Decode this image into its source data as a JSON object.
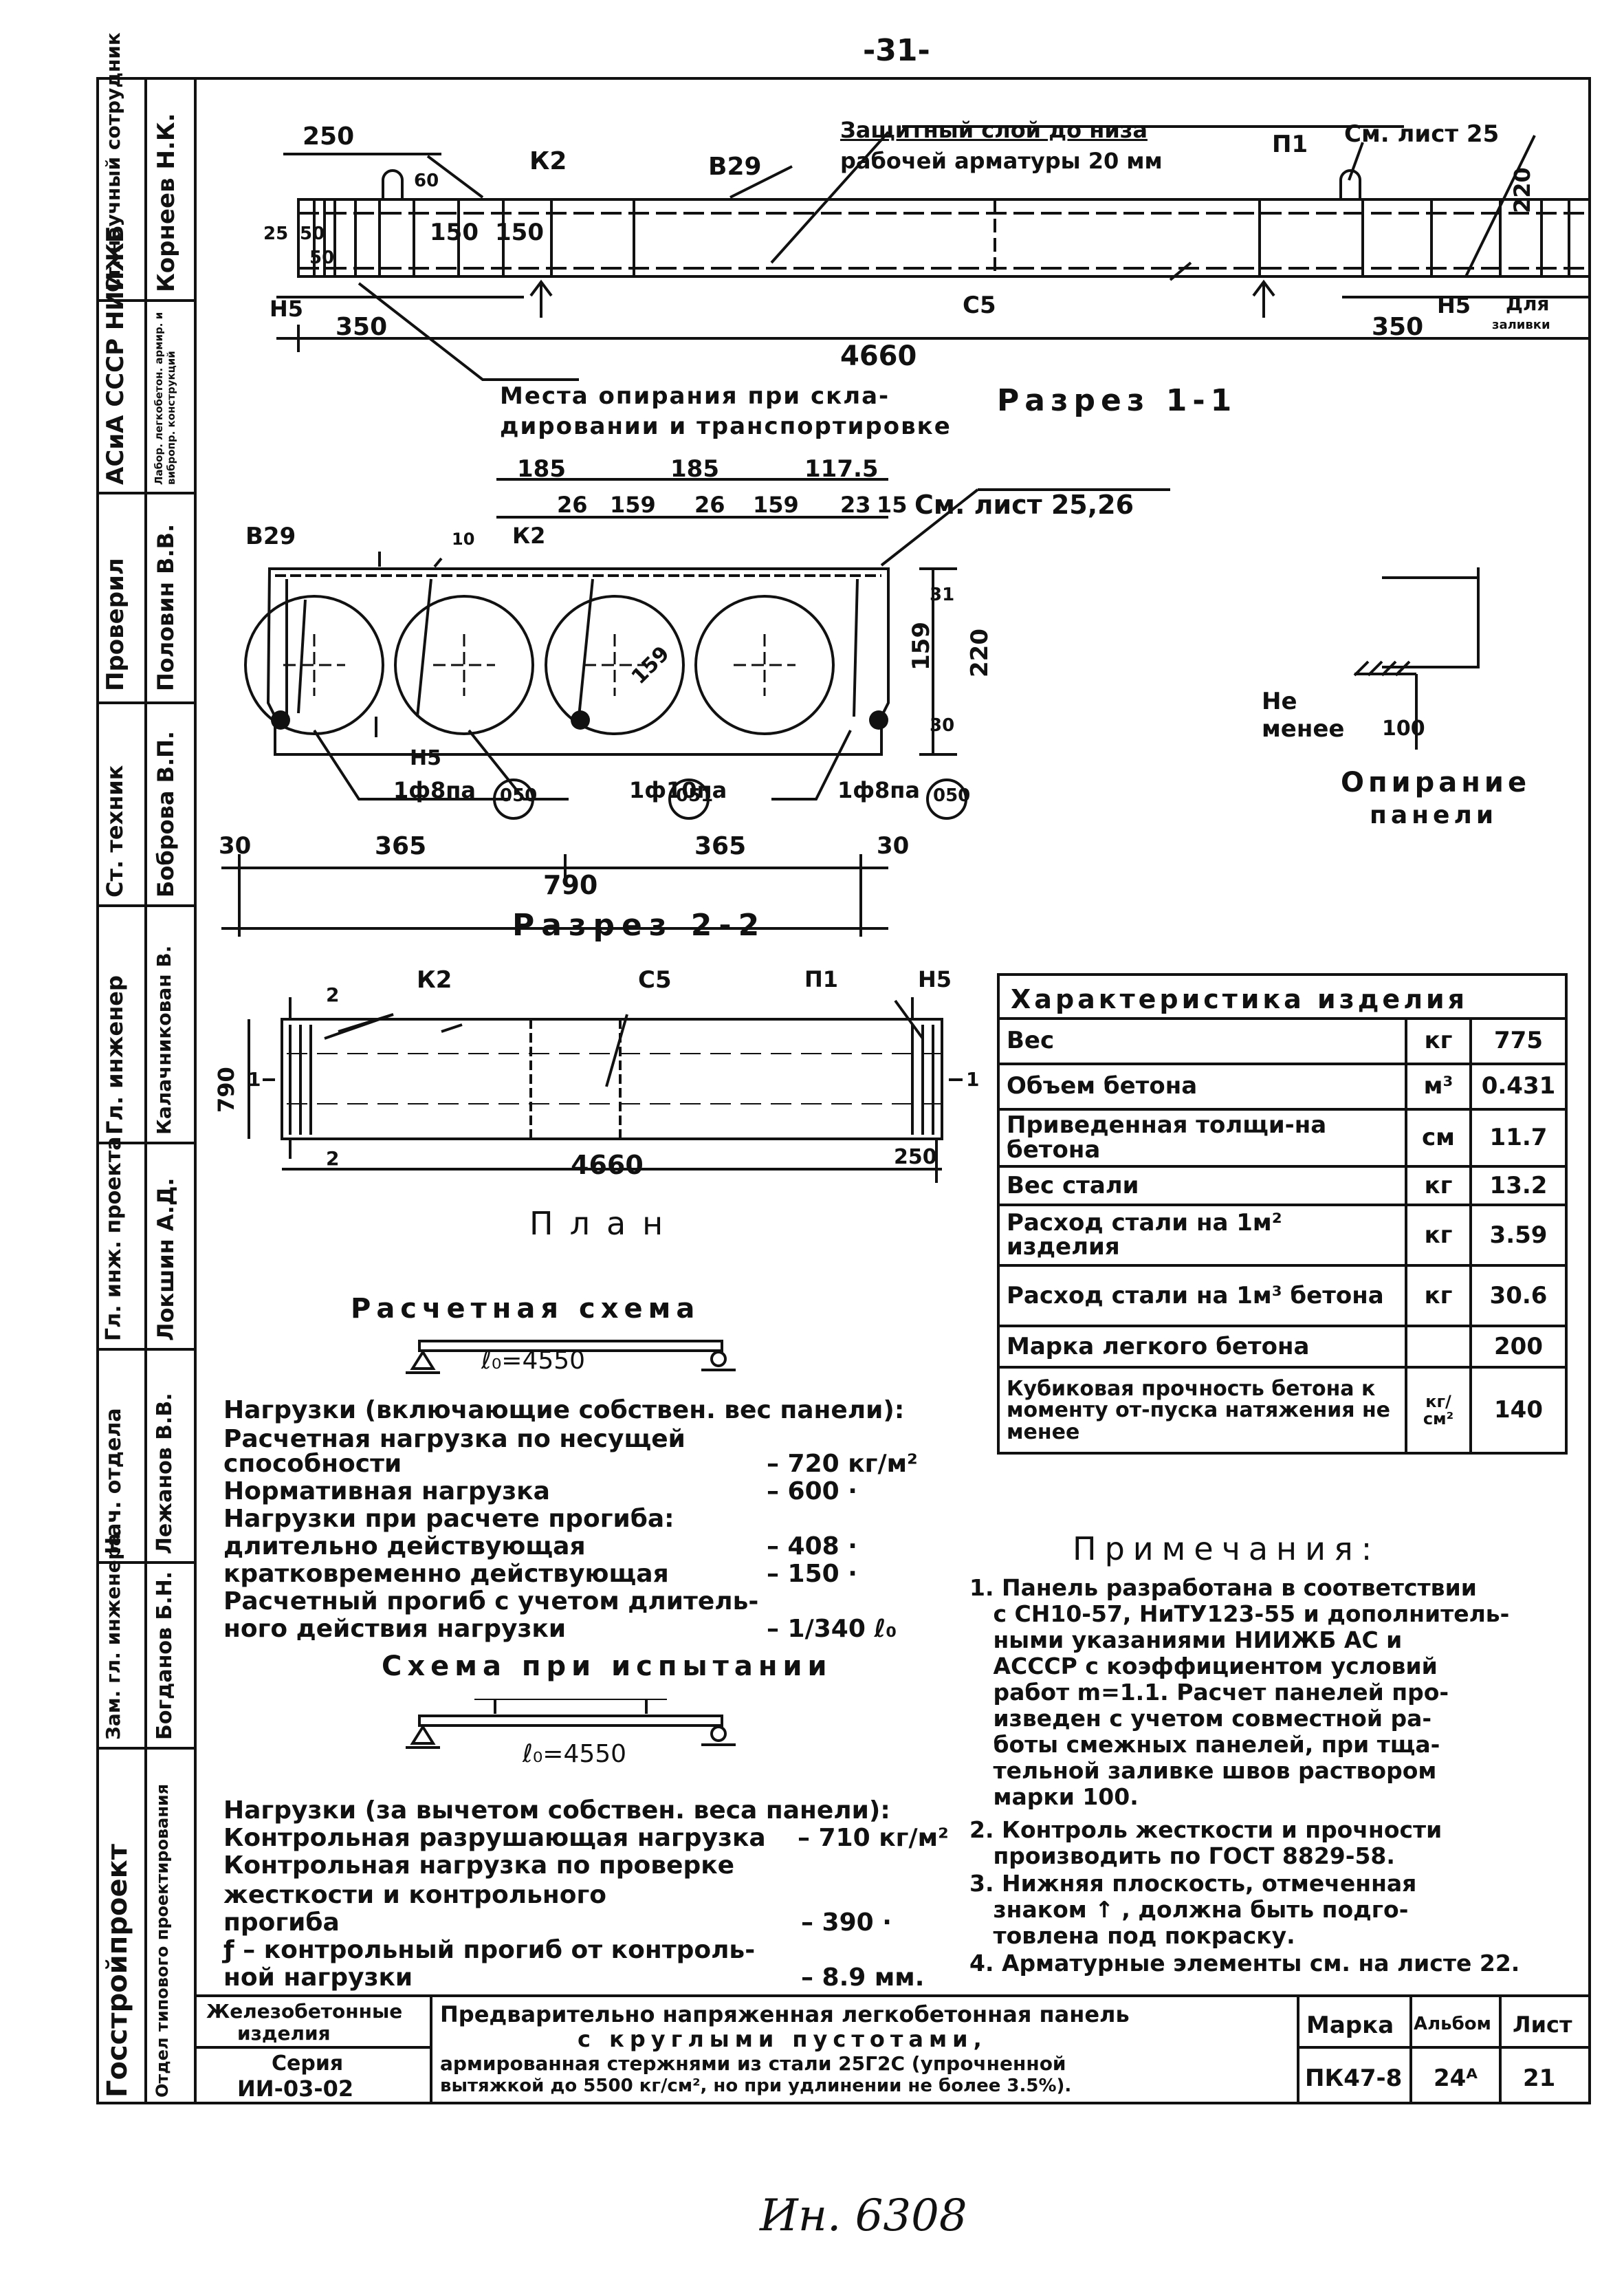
{
  "page_number": "-31-",
  "footer_handwritten": "Ин. 6308",
  "stamp_column": [
    {
      "role": "Ст. научный сотрудник",
      "name": "Корнеев Н.К."
    },
    {
      "role": "АСиА СССР НИИЖБ",
      "name": "Лабор. легкобетон. армир. и вибропр. конструкций"
    },
    {
      "role": "Проверил",
      "name": "Половин В.В."
    },
    {
      "role": "Ст. техник",
      "name": "Боброва В.П."
    },
    {
      "role": "Гл. инженер",
      "name": "Калачникован В."
    },
    {
      "role": "Гл. инж. проекта",
      "name": "Локшин А.Д."
    },
    {
      "role": "Нач. отдела",
      "name": "Лежанов В.В."
    },
    {
      "role": "Зам. гл. инженера",
      "name": "Богданов Б.Н."
    },
    {
      "role": "Госстройпроект",
      "name": "Отдел типового проектирования"
    }
  ],
  "section_1_1": {
    "title": "Разрез 1-1",
    "note_cover": [
      "Защитный слой до низа",
      "рабочей арматуры 20 мм"
    ],
    "supports_note": [
      "Места опирания при скла-",
      "дировании и транспортировке"
    ],
    "see_sheet": "См. лист 25",
    "for_grouting": [
      "Для",
      "заливки"
    ],
    "labels": [
      "250",
      "К2",
      "В29",
      "П1",
      "60",
      "25",
      "50",
      "50",
      "150",
      "150",
      "220",
      "Н5",
      "С5",
      "Н5",
      "350",
      "350",
      "4660"
    ]
  },
  "section_2_2": {
    "title": "Разрез 2-2",
    "see_sheet": "См. лист 25,26",
    "top_dims": [
      "185",
      "185",
      "117.5"
    ],
    "sub_dims": [
      "26",
      "159",
      "26",
      "159",
      "23",
      "15"
    ],
    "labels": [
      "В29",
      "К2",
      "10",
      "Н5",
      "159",
      "31",
      "159",
      "30",
      "220"
    ],
    "bar_calls": [
      {
        "text": "1ф8па",
        "mark": "050"
      },
      {
        "text": "1ф10па",
        "mark": "051"
      },
      {
        "text": "1ф8па",
        "mark": "050"
      }
    ],
    "bottom_dims": [
      "30",
      "365",
      "365",
      "30",
      "790"
    ]
  },
  "support_detail": {
    "label_min": [
      "Не",
      "менее"
    ],
    "dim": "100",
    "title": [
      "Опирание",
      "панели"
    ]
  },
  "plan": {
    "title": "План",
    "labels": [
      "К2",
      "С5",
      "П1",
      "Н5",
      "2",
      "2",
      "1",
      "1",
      "790",
      "4660",
      "250"
    ]
  },
  "characteristics": {
    "title": "Характеристика изделия",
    "rows": [
      {
        "name": "Вес",
        "unit": "кг",
        "value": "775"
      },
      {
        "name": "Объем бетона",
        "unit": "м³",
        "value": "0.431"
      },
      {
        "name": "Приведенная толщи-на бетона",
        "unit": "см",
        "value": "11.7"
      },
      {
        "name": "Вес стали",
        "unit": "кг",
        "value": "13.2"
      },
      {
        "name": "Расход стали на 1м² изделия",
        "unit": "кг",
        "value": "3.59"
      },
      {
        "name": "Расход стали на 1м³ бетона",
        "unit": "кг",
        "value": "30.6"
      },
      {
        "name": "Марка легкого бетона",
        "unit": "",
        "value": "200"
      },
      {
        "name": "Кубиковая прочность бетона к моменту от-пуска натяжения не менее",
        "unit": "кг/см²",
        "value": "140"
      }
    ]
  },
  "calc_scheme": {
    "title": "Расчетная схема",
    "span": "ℓ₀=4550",
    "loads_header": "Нагрузки (включающие собствен. вес панели):",
    "loads": [
      {
        "label": "Расчетная нагрузка по несущей",
        "value": ""
      },
      {
        "label": "   способности",
        "value": "– 720 кг/м²"
      },
      {
        "label": "Нормативная нагрузка",
        "value": "– 600  ·"
      },
      {
        "label": "Нагрузки при расчете прогиба:",
        "value": ""
      },
      {
        "label": "   длительно действующая",
        "value": "– 408  ·"
      },
      {
        "label": "   кратковременно действующая",
        "value": "– 150  ·"
      },
      {
        "label": "Расчетный прогиб с учетом длитель-",
        "value": ""
      },
      {
        "label": "   ного действия нагрузки",
        "value": "– 1/340 ℓ₀"
      }
    ]
  },
  "test_scheme": {
    "title": "Схема при испытании",
    "span": "ℓ₀=4550",
    "loads_header": "Нагрузки (за вычетом собствен. веса панели):",
    "loads": [
      {
        "label": "Контрольная разрушающая нагрузка",
        "value": "– 710 кг/м²"
      },
      {
        "label": "Контрольная нагрузка по проверке",
        "value": ""
      },
      {
        "label": "   жесткости и контрольного",
        "value": ""
      },
      {
        "label": "   прогиба",
        "value": "– 390  ·"
      },
      {
        "label": "ƒ – контрольный прогиб от контроль-",
        "value": ""
      },
      {
        "label": "   ной нагрузки",
        "value": "– 8.9 мм."
      }
    ]
  },
  "notes": {
    "title": "Примечания:",
    "items": [
      "1. Панель разработана в соответствии\n   с СН10-57, НиТУ123-55 и дополнитель-\n   ными указаниями НИИЖБ АС и\n   АСССР с коэффициентом условий\n   работ m=1.1. Расчет панелей про-\n   изведен с учетом совместной ра-\n   боты смежных панелей, при тща-\n   тельной заливке швов раствором\n   марки 100.",
      "2. Контроль жесткости и прочности\n   производить по ГОСТ 8829-58.",
      "3. Нижняя плоскость, отмеченная\n   знаком ↑ , должна быть подго-\n   товлена под покраску.",
      "4. Арматурные элементы см. на листе 22."
    ]
  },
  "title_block": {
    "category": [
      "Железобетонные",
      "изделия"
    ],
    "series_label": "Серия",
    "series": "ИИ-03-02",
    "description": [
      "Предварительно напряженная легкобетонная панель",
      "с круглыми пустотами,",
      "армированная стержнями из стали 25Г2С (упрочненной",
      "вытяжкой до 5500 кг/см², но при удлинении не более 3.5%)."
    ],
    "mark_label": "Марка",
    "mark": "ПК47-8",
    "album_label": "Альбом",
    "album": "24ᴬ",
    "sheet_label": "Лист",
    "sheet": "21"
  }
}
